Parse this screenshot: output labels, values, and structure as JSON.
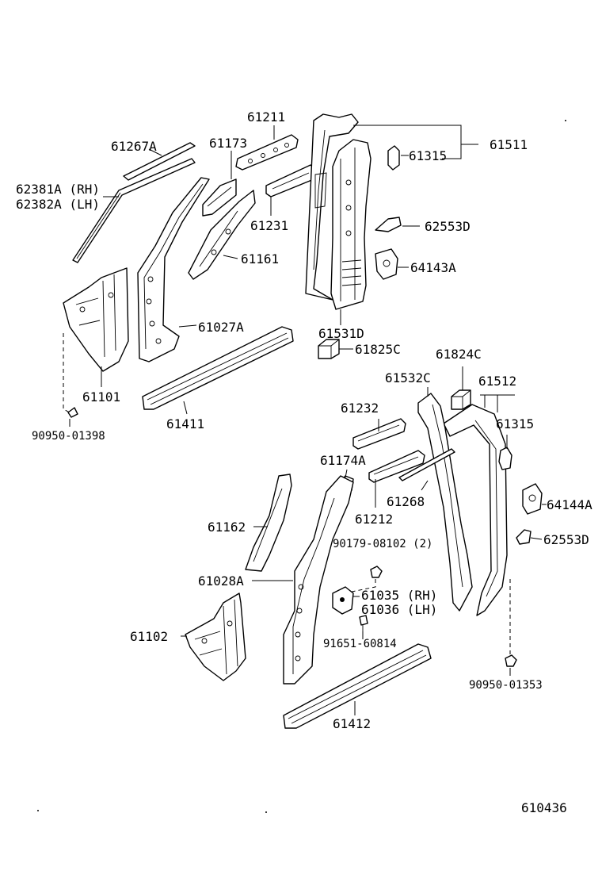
{
  "diagram_id": "610436",
  "labels": {
    "p61211": "61211",
    "p61267a": "61267A",
    "p61173": "61173",
    "p62381a": "62381A (RH)",
    "p62382a": "62382A (LH)",
    "p61231": "61231",
    "p61161": "61161",
    "p61027a": "61027A",
    "p61101": "61101",
    "p61411": "61411",
    "p90950_01398": "90950-01398",
    "p61511": "61511",
    "p61315_top": "61315",
    "p62553d_top": "62553D",
    "p64143a": "64143A",
    "p61531d": "61531D",
    "p61825c": "61825C",
    "p61824c": "61824C",
    "p61532c": "61532C",
    "p61512": "61512",
    "p61315_bottom": "61315",
    "p61232": "61232",
    "p61174a": "61174A",
    "p61268": "61268",
    "p61212": "61212",
    "p61162": "61162",
    "p64144a": "64144A",
    "p62553d_bottom": "62553D",
    "p90179_08102": "90179-08102 (2)",
    "p61028a": "61028A",
    "p61035": "61035 (RH)",
    "p61036": "61036 (LH)",
    "p61102": "61102",
    "p91651_60814": "91651-60814",
    "p90950_01353": "90950-01353",
    "p61412": "61412"
  }
}
